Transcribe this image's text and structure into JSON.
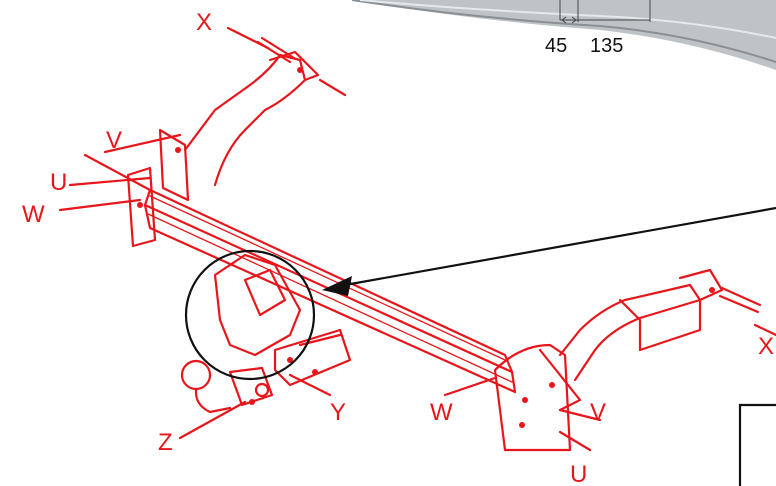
{
  "colors": {
    "drawing": "#e8161b",
    "annotation": "#111111"
  },
  "photo_inset": {
    "dimension_labels": [
      "45",
      "135"
    ]
  },
  "axis_labels": {
    "x_top": "X",
    "v_left": "V",
    "u_left": "U",
    "w_left": "W",
    "z_bottom": "Z",
    "y_bottom": "Y",
    "w_bottom": "W",
    "v_right": "V",
    "u_right": "U",
    "x_right": "X"
  }
}
